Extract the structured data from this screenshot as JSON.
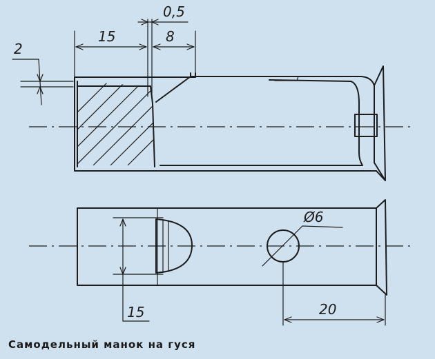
{
  "caption": "Самодельный манок на гуся",
  "dimensions": {
    "d2": "2",
    "d15_top": "15",
    "d05": "0,5",
    "d8": "8",
    "diam6": "Ø6",
    "d15_bottom": "15",
    "d20": "20"
  }
}
